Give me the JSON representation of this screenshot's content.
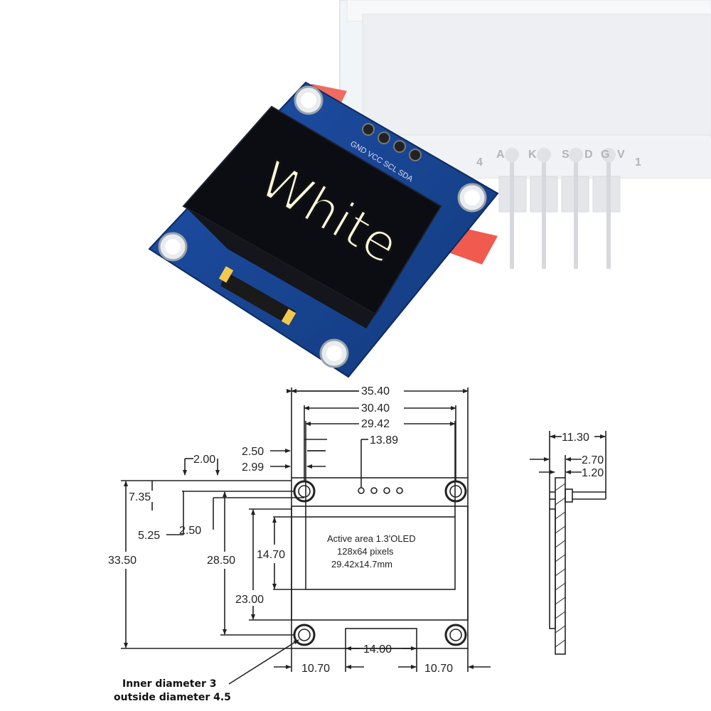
{
  "photo": {
    "display_word": "White",
    "pin_labels": "GND VCC SCL SDA",
    "bg_pin_labels": [
      "V",
      "G",
      "D",
      "S",
      "K",
      "A"
    ],
    "bg_numbers": [
      "1",
      "4"
    ]
  },
  "drawing": {
    "dimensions": {
      "width_total": "35.40",
      "width_hole_span": "30.40",
      "width_active": "29.42",
      "pin_offset": "13.89",
      "top_margin_a": "2.50",
      "top_margin_b": "2.99",
      "left_small": "2.00",
      "height_total": "33.50",
      "height_hole_span": "28.50",
      "height_a": "7.35",
      "height_b": "5.25",
      "height_c": "2.50",
      "active_height": "14.70",
      "height_inner": "23.00",
      "bottom_center": "14.00",
      "bottom_left": "10.70",
      "bottom_right": "10.70",
      "side_total": "11.30",
      "side_a": "2.70",
      "side_b": "1.20"
    },
    "active_area": [
      "Active area 1.3'OLED",
      "128x64 pixels",
      "29.42x14.7mm"
    ],
    "hole_note": [
      "Inner diameter 3",
      "outside diameter 4.5"
    ]
  }
}
